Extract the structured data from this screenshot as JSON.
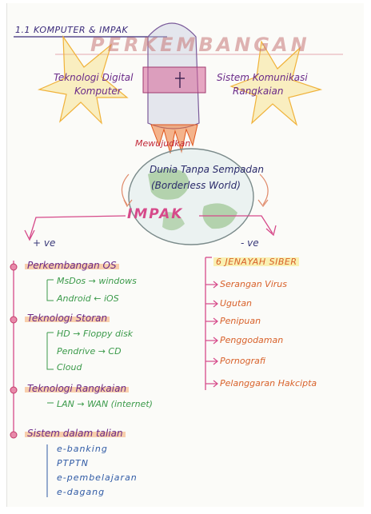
{
  "header": {
    "section": "1.1 KOMPUTER & IMPAK"
  },
  "top": {
    "title": "PERKEMBANGAN",
    "left_label_1": "Teknologi Digital",
    "left_label_2": "Komputer",
    "right_label_1": "Sistem Komunikasi",
    "right_label_2": "Rangkaian",
    "connector": "Mewujudkan",
    "world_1": "Dunia Tanpa Sempadan",
    "world_2": "(Borderless World)",
    "impact": "IMPAK"
  },
  "positive": {
    "heading": "+ ve",
    "groups": [
      {
        "title": "Perkembangan OS",
        "lines": [
          "MsDos → windows",
          "Android ← iOS"
        ]
      },
      {
        "title": "Teknologi Storan",
        "lines": [
          "HD → Floppy disk",
          "Pendrive → CD",
          "Cloud"
        ]
      },
      {
        "title": "Teknologi Rangkaian",
        "lines": [
          "LAN → WAN (internet)"
        ]
      },
      {
        "title": "Sistem dalam talian",
        "lines": [
          "e-banking",
          "PTPTN",
          "e-pembelajaran",
          "e-dagang"
        ]
      }
    ]
  },
  "negative": {
    "heading": "- ve",
    "title": "6 JENAYAH SIBER",
    "items": [
      "Serangan Virus",
      "Ugutan",
      "Penipuan",
      "Penggodaman",
      "Pornografi",
      "Pelanggaran Hakcipta"
    ]
  },
  "colors": {
    "ink_purple": "#6a2a88",
    "ink_green": "#3b9a4a",
    "ink_orange": "#d8612a",
    "ink_pink": "#d64a8a",
    "ink_red": "#c22a3a"
  }
}
